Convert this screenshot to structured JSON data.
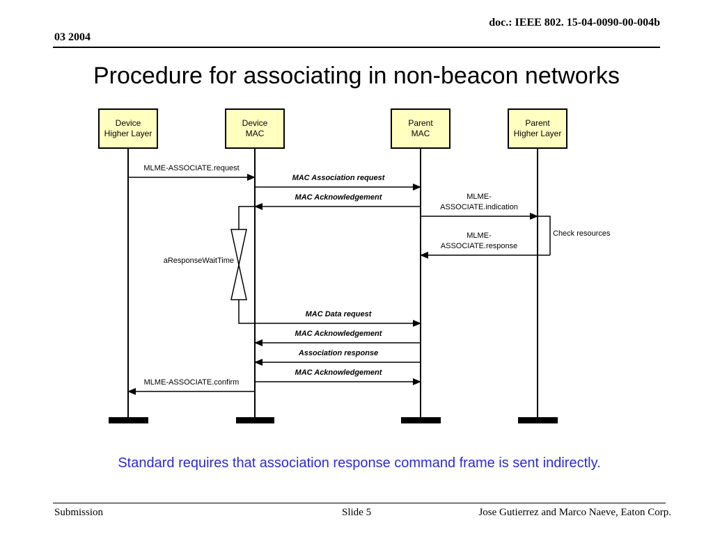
{
  "header": {
    "doc_id": "doc.: IEEE 802. 15-04-0090-00-004b",
    "date": "03 2004"
  },
  "title": "Procedure for associating in non-beacon networks",
  "lifelines": [
    {
      "line1": "Device",
      "line2": "Higher Layer"
    },
    {
      "line1": "Device",
      "line2": "MAC"
    },
    {
      "line1": "Parent",
      "line2": "MAC"
    },
    {
      "line1": "Parent",
      "line2": "Higher Layer"
    }
  ],
  "messages": [
    {
      "label": "MLME-ASSOCIATE.request",
      "style": "plain"
    },
    {
      "label": "MAC Association request",
      "style": "bold-italic"
    },
    {
      "label": "MAC Acknowledgement",
      "style": "bold-italic"
    },
    {
      "label_line1": "MLME-",
      "label_line2": "ASSOCIATE.indication",
      "style": "plain"
    },
    {
      "label_line1": "MLME-",
      "label_line2": "ASSOCIATE.response",
      "style": "plain"
    },
    {
      "label": "MAC Data request",
      "style": "bold-italic"
    },
    {
      "label": "MAC Acknowledgement",
      "style": "bold-italic"
    },
    {
      "label": "Association response",
      "style": "bold-italic"
    },
    {
      "label": "MAC Acknowledgement",
      "style": "bold-italic"
    },
    {
      "label": "MLME-ASSOCIATE.confirm",
      "style": "plain"
    }
  ],
  "annotations": {
    "check_resources": "Check resources",
    "wait_time": "aResponseWaitTime"
  },
  "note": "Standard requires that association response command frame is sent indirectly.",
  "colors": {
    "lifeline_box_fill": "#ffffc0",
    "note_text": "#2b2bd1"
  },
  "footer": {
    "left": "Submission",
    "center": "Slide 5",
    "right": "Jose Gutierrez and Marco Naeve, Eaton Corp."
  }
}
